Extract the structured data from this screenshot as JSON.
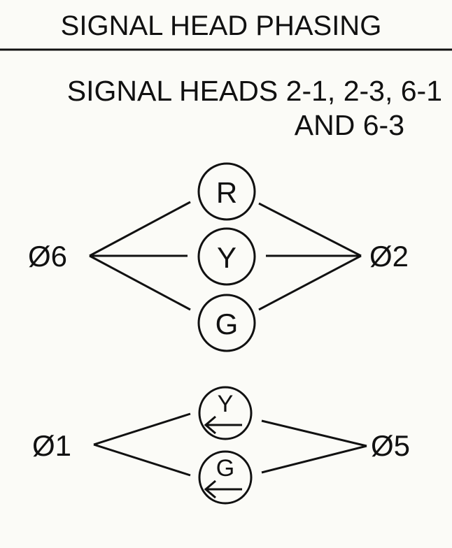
{
  "title": "SIGNAL HEAD PHASING",
  "subtitle_line1": "SIGNAL HEADS 2-1, 2-3, 6-1",
  "subtitle_line2": "AND 6-3",
  "upper_group": {
    "left_phase": "Ø6",
    "right_phase": "Ø2",
    "lenses": [
      "R",
      "Y",
      "G"
    ]
  },
  "lower_group": {
    "left_phase": "Ø1",
    "right_phase": "Ø5",
    "lenses": [
      "Y",
      "G"
    ]
  },
  "colors": {
    "ink": "#111111",
    "paper": "#fbfbf7"
  }
}
